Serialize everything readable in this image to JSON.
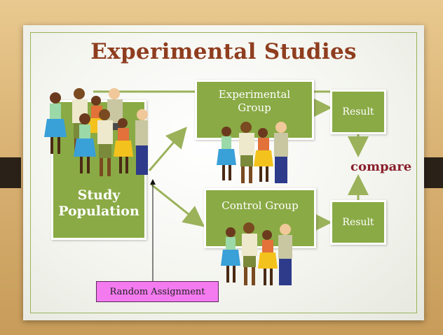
{
  "title": "Experimental Studies",
  "study_population": {
    "line1": "Study",
    "line2": "Population"
  },
  "experimental_group": {
    "line1": "Experimental",
    "line2": "Group"
  },
  "control_group": "Control Group",
  "result_top": "Result",
  "result_bottom": "Result",
  "compare": "compare",
  "random_assignment": "Random Assignment",
  "colors": {
    "title": "#8f3d1f",
    "box_fill": "#8aaa45",
    "arrow": "#9bb25a",
    "compare": "#8a1f2b",
    "random_box": "#f47af0"
  }
}
